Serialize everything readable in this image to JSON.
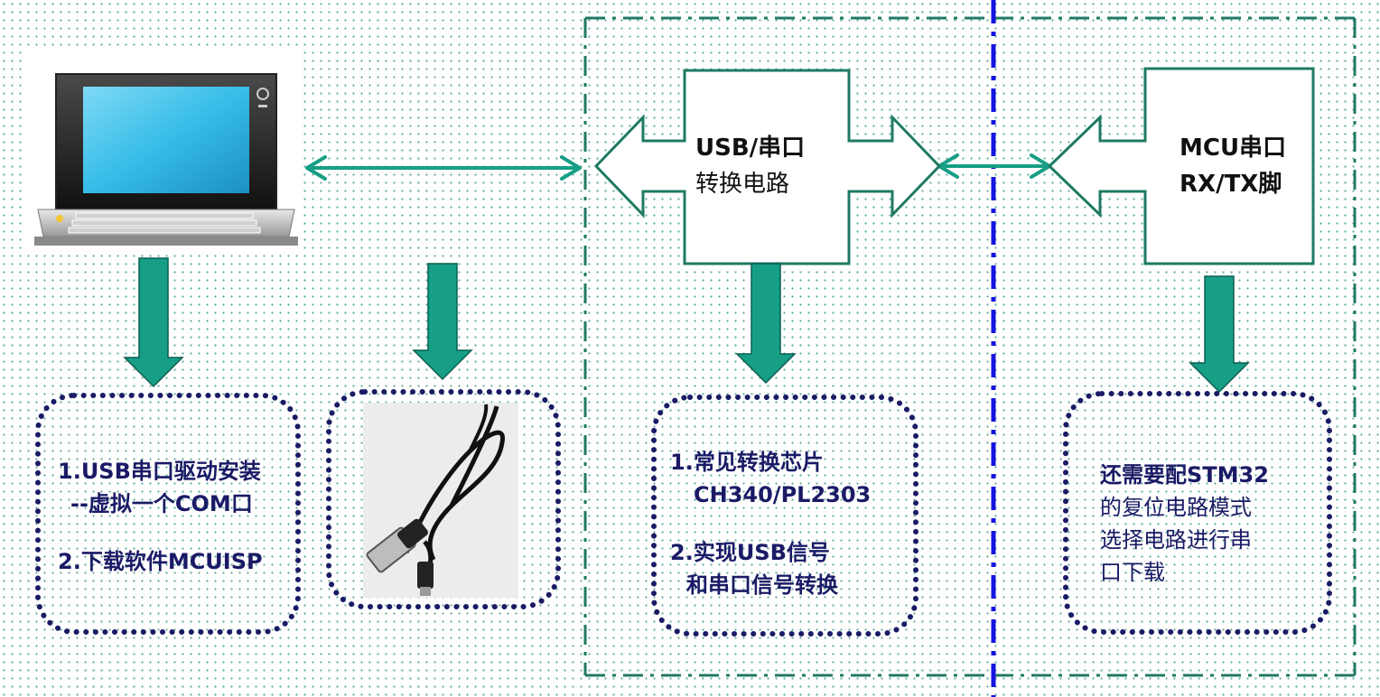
{
  "nodes": {
    "converter": {
      "line1": "USB/串口",
      "line2": "转换电路"
    },
    "mcu": {
      "line1": "MCU串口",
      "line2": "RX/TX脚"
    }
  },
  "notes": {
    "pc": {
      "line1": "1.USB串口驱动安装",
      "line2": "--虚拟一个COM口",
      "line3": "2.下载软件MCUISP"
    },
    "converter": {
      "line1": "1.常见转换芯片",
      "line2": "CH340/PL2303",
      "line3": "2.实现USB信号",
      "line4": "和串口信号转换"
    },
    "mcu": {
      "line1": "还需要配STM32",
      "line2": "的复位电路模式",
      "line3": "选择电路进行串",
      "line4": "口下载"
    }
  },
  "colors": {
    "arrow_fill": "#179e86",
    "arrow_stroke": "#0a5e50",
    "outline": "#237f6c",
    "dotted_border": "#1a1a66",
    "region_border": "#1f7a63",
    "divider": "#1515e0",
    "screen": "#36bde8"
  },
  "icons": [
    "laptop-icon",
    "usb-cable-icon"
  ]
}
